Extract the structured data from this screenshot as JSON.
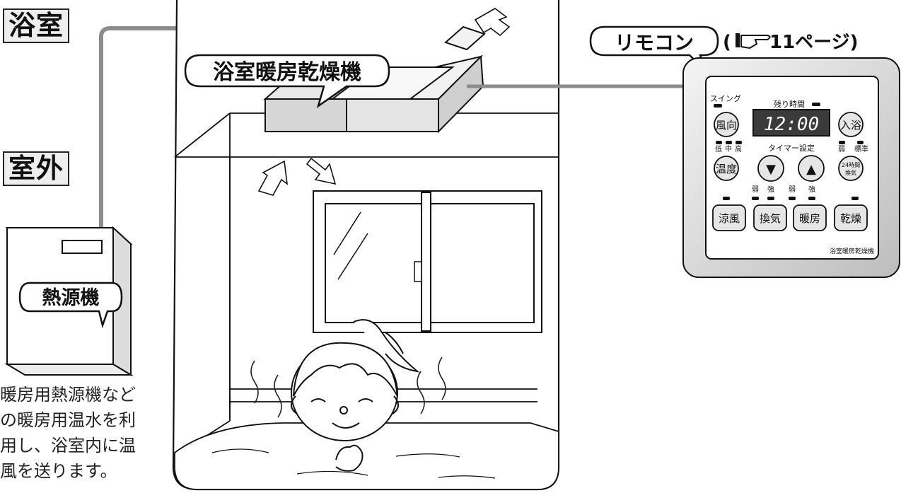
{
  "labels": {
    "bathroom": "浴室",
    "outdoor": "室外",
    "dryer": "浴室暖房乾燥機",
    "heat_source": "熱源機",
    "remote": "リモコン",
    "page_ref_open": "(",
    "page_ref_text": "11ページ)"
  },
  "description": [
    "暖房用熱源機など",
    "の暖房用温水を利",
    "用し、浴室内に温",
    "風を送ります。"
  ],
  "remote_panel": {
    "swing": "スイング",
    "remaining_time": "残り時間",
    "display": "12:00",
    "levels_low_mid_high": [
      "低",
      "中",
      "高"
    ],
    "timer_setting": "タイマー設定",
    "weak": "弱",
    "standard": "標準",
    "strong": "強",
    "btn_direction": "風向",
    "btn_bath": "入浴",
    "btn_temp": "温度",
    "btn_down": "▼",
    "btn_up": "▲",
    "btn_24h_line1": "24時間",
    "btn_24h_line2": "換気",
    "btn_cool": "涼風",
    "btn_vent": "換気",
    "btn_heat": "暖房",
    "btn_dry": "乾燥",
    "model": "浴室暖房乾燥機"
  },
  "colors": {
    "panel_gray": "#e6e6e6",
    "pipe_gray": "#8c8c8c",
    "display_bg": "#3a3a3a",
    "line": "#111111"
  }
}
